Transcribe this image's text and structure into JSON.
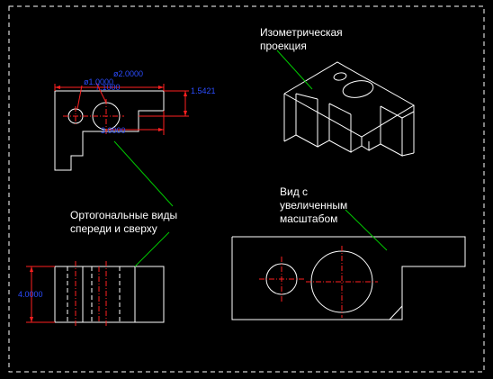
{
  "colors": {
    "background": "#000000",
    "outline": "#ffffff",
    "centerline": "#ff2020",
    "dimension_text": "#2b4cff",
    "leader": "#00c800"
  },
  "labels": {
    "isometric_line1": "Изометрическая",
    "isometric_line2": "проекция",
    "ortho_line1": "Ортогональные виды",
    "ortho_line2": "спереди и сверху",
    "scaled_line1": "Вид с",
    "scaled_line2": "увеличенным",
    "scaled_line3": "масштабом"
  },
  "dimensions": {
    "dia_large": "ø2.0000",
    "dia_small": "ø1.0000",
    "dim_horizontal": "7.1000",
    "dim_vertical": "1.5421",
    "dim_bottom": "3.0000",
    "dim_height": "4.0000"
  }
}
